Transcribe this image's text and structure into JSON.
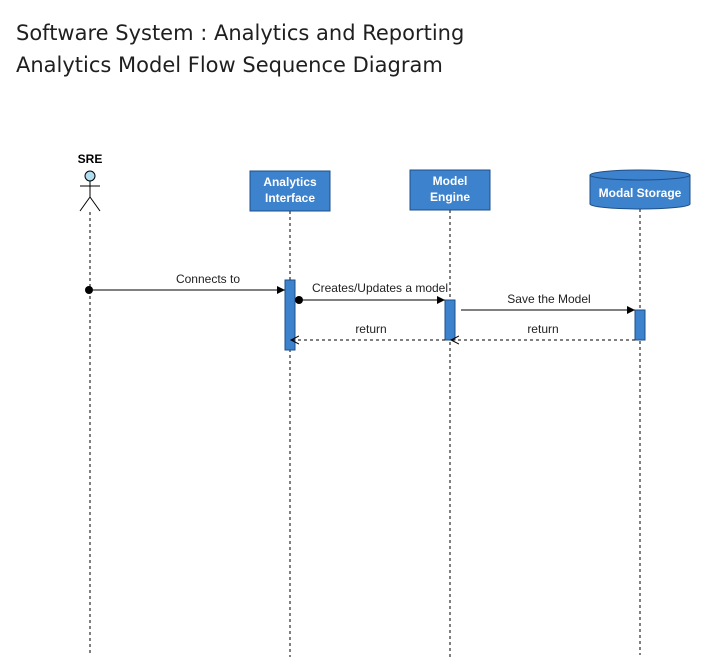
{
  "title": {
    "line1": "Software System : Analytics and Reporting",
    "line2": "Analytics Model Flow Sequence Diagram"
  },
  "participants": {
    "actor": "SRE",
    "analytics_interface": [
      "Analytics",
      "Interface"
    ],
    "model_engine": [
      "Model",
      "Engine"
    ],
    "modal_storage": "Modal Storage"
  },
  "messages": {
    "m1": "Connects to",
    "m2": "Creates/Updates a model",
    "m3": "Save the Model",
    "m4": "return",
    "m5": "return"
  },
  "colors": {
    "box_fill": "#3d82cd",
    "box_stroke": "#1d4f87",
    "actor_fill": "#b1ddf0"
  }
}
